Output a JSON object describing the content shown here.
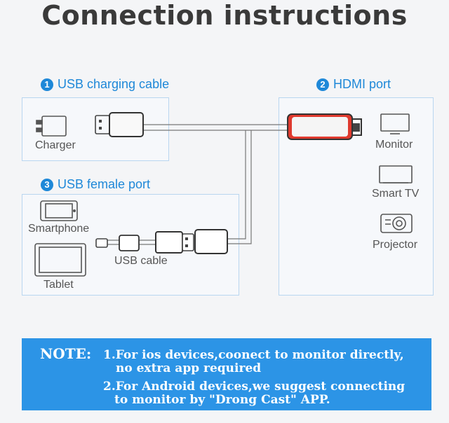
{
  "title": "Connection instructions",
  "sections": {
    "usb_charging": {
      "number": "1",
      "label": "USB charging cable"
    },
    "hdmi": {
      "number": "2",
      "label": "HDMI port"
    },
    "usb_female": {
      "number": "3",
      "label": "USB female port"
    }
  },
  "devices": {
    "charger": "Charger",
    "monitor": "Monitor",
    "smart_tv": "Smart TV",
    "projector": "Projector",
    "smartphone": "Smartphone",
    "tablet": "Tablet",
    "usb_cable": "USB cable"
  },
  "note": {
    "heading": "NOTE:",
    "line1": "1.For ios devices,coonect to monitor directly,",
    "line1b": "no extra app required",
    "line2": "2.For Android devices,we suggest connecting",
    "line2b": "to monitor by \"Drong Cast\" APP."
  },
  "colors": {
    "accent": "#1e88d8",
    "note_bg": "#2c94e6",
    "box_border": "#b9d6f0"
  }
}
